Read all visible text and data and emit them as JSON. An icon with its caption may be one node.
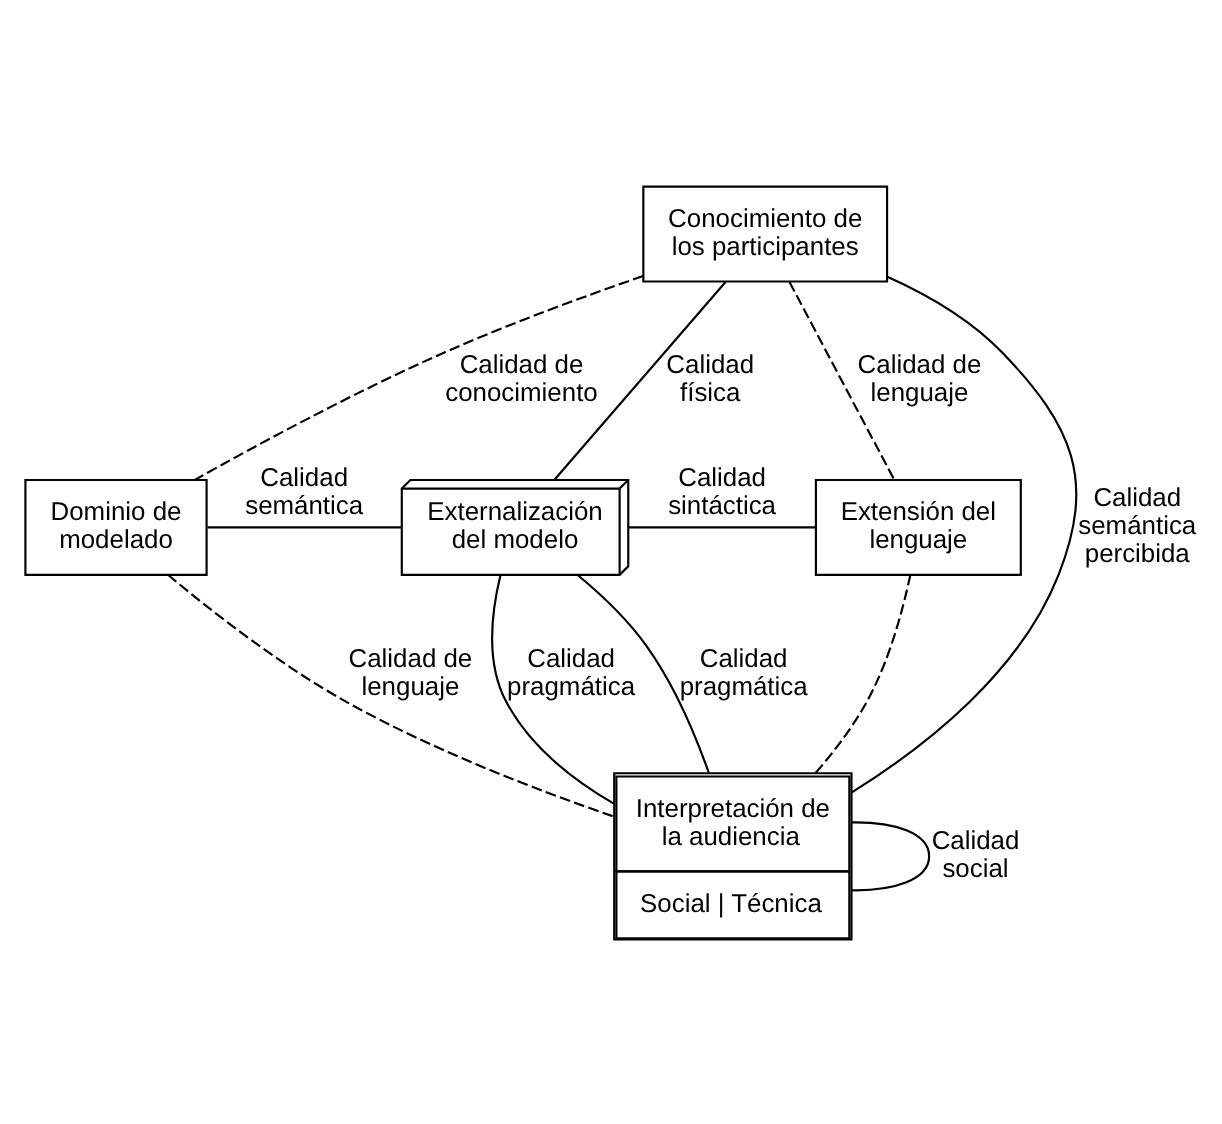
{
  "diagram": {
    "nodes": [
      {
        "text": [
          "Conocimiento de los participantes"
        ]
      },
      {
        "text": [
          "Dominio de modelado"
        ]
      },
      {
        "text": [
          "Externalización del modelo"
        ]
      },
      {
        "text": [
          "Extensión del lenguaje"
        ]
      },
      {
        "text": [
          "Interpretación de la audiencia",
          "Social | Técnica"
        ]
      }
    ],
    "edges": [
      {
        "from": 4,
        "to": 0,
        "arrow": "none",
        "label": "Calidad semántica percibida"
      },
      {
        "from": 0,
        "to": 1,
        "arrow": "none",
        "label": "Calidad de conocimiento",
        "style": "dashed"
      },
      {
        "from": 0,
        "to": 2,
        "arrow": "none",
        "label": "Calidad física"
      },
      {
        "from": 0,
        "to": 3,
        "arrow": "none",
        "label": "Calidad de lenguaje",
        "style": "dashed"
      },
      {
        "from": 1,
        "to": 2,
        "arrow": "none",
        "label": "Calidad semántica"
      },
      {
        "from": 2,
        "to": 3,
        "arrow": "none",
        "label": "Calidad sintáctica"
      },
      {
        "from": 2,
        "to": 4,
        "arrow": "none",
        "label": "Calidad pragmática"
      },
      {
        "from": 2,
        "to": 4,
        "arrow": "none",
        "label": "Calidad pragmática"
      },
      {
        "from": 4,
        "to": 4,
        "arrow": "none",
        "label": "Calidad social"
      },
      {
        "from": 1,
        "to": 4,
        "arrow": "none",
        "label": "Calidad de lenguaje",
        "style": "dashed"
      },
      {
        "from": 3,
        "to": 4,
        "arrow": "none",
        "style": "dashed"
      }
    ]
  }
}
